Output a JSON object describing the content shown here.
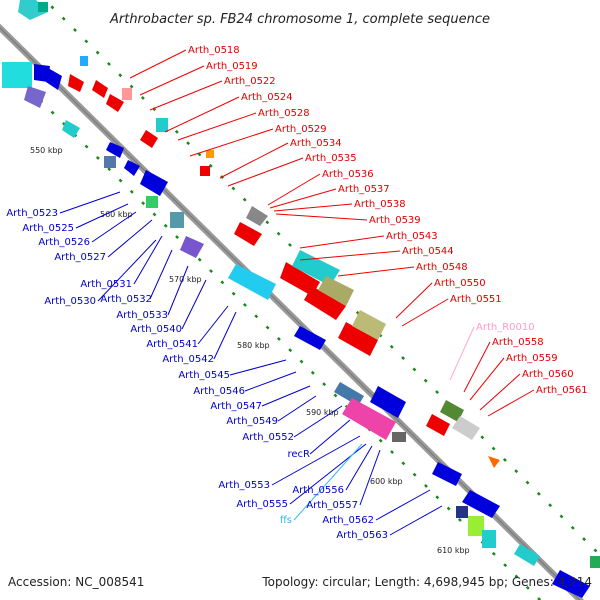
{
  "title": "Arthrobacter sp. FB24 chromosome 1, complete sequence",
  "footer": {
    "accession": "Accession: NC_008541",
    "topology": "Topology: circular; Length: 4,698,945 bp; Genes: 4,214"
  },
  "kbp_marks": [
    "550 kbp",
    "560 kbp",
    "570 kbp",
    "580 kbp",
    "590 kbp",
    "600 kbp",
    "610 kbp"
  ],
  "labels_right": [
    {
      "text": "Arth_0518",
      "color": "#e00000"
    },
    {
      "text": "Arth_0519",
      "color": "#e00000"
    },
    {
      "text": "Arth_0522",
      "color": "#e00000"
    },
    {
      "text": "Arth_0524",
      "color": "#e00000"
    },
    {
      "text": "Arth_0528",
      "color": "#e00000"
    },
    {
      "text": "Arth_0529",
      "color": "#e00000"
    },
    {
      "text": "Arth_0534",
      "color": "#e00000"
    },
    {
      "text": "Arth_0535",
      "color": "#e00000"
    },
    {
      "text": "Arth_0536",
      "color": "#e00000"
    },
    {
      "text": "Arth_0537",
      "color": "#e00000"
    },
    {
      "text": "Arth_0538",
      "color": "#e00000"
    },
    {
      "text": "Arth_0539",
      "color": "#e00000"
    },
    {
      "text": "Arth_0543",
      "color": "#e00000"
    },
    {
      "text": "Arth_0544",
      "color": "#e00000"
    },
    {
      "text": "Arth_0548",
      "color": "#e00000"
    },
    {
      "text": "Arth_0550",
      "color": "#e00000"
    },
    {
      "text": "Arth_0551",
      "color": "#e00000"
    },
    {
      "text": "Arth_R0010",
      "color": "#ff99cc"
    },
    {
      "text": "Arth_0558",
      "color": "#e00000"
    },
    {
      "text": "Arth_0559",
      "color": "#e00000"
    },
    {
      "text": "Arth_0560",
      "color": "#e00000"
    },
    {
      "text": "Arth_0561",
      "color": "#e00000"
    }
  ],
  "labels_left": [
    {
      "text": "Arth_0523",
      "color": "#0000cc"
    },
    {
      "text": "Arth_0525",
      "color": "#0000cc"
    },
    {
      "text": "Arth_0526",
      "color": "#0000cc"
    },
    {
      "text": "Arth_0527",
      "color": "#0000cc"
    },
    {
      "text": "Arth_0531",
      "color": "#0000cc"
    },
    {
      "text": "Arth_0530",
      "color": "#0000cc"
    },
    {
      "text": "Arth_0532",
      "color": "#0000cc"
    },
    {
      "text": "Arth_0533",
      "color": "#0000cc"
    },
    {
      "text": "Arth_0540",
      "color": "#0000cc"
    },
    {
      "text": "Arth_0541",
      "color": "#0000cc"
    },
    {
      "text": "Arth_0542",
      "color": "#0000cc"
    },
    {
      "text": "Arth_0545",
      "color": "#0000cc"
    },
    {
      "text": "Arth_0546",
      "color": "#0000cc"
    },
    {
      "text": "Arth_0547",
      "color": "#0000cc"
    },
    {
      "text": "Arth_0549",
      "color": "#0000cc"
    },
    {
      "text": "Arth_0552",
      "color": "#0000cc"
    },
    {
      "text": "recR",
      "color": "#0000cc"
    },
    {
      "text": "Arth_0553",
      "color": "#0000cc"
    },
    {
      "text": "Arth_0555",
      "color": "#0000cc"
    },
    {
      "text": "Arth_0556",
      "color": "#0000cc"
    },
    {
      "text": "Arth_0557",
      "color": "#0000cc"
    },
    {
      "text": "ffs",
      "color": "#33bbee"
    },
    {
      "text": "Arth_0562",
      "color": "#0000cc"
    },
    {
      "text": "Arth_0563",
      "color": "#0000cc"
    }
  ]
}
